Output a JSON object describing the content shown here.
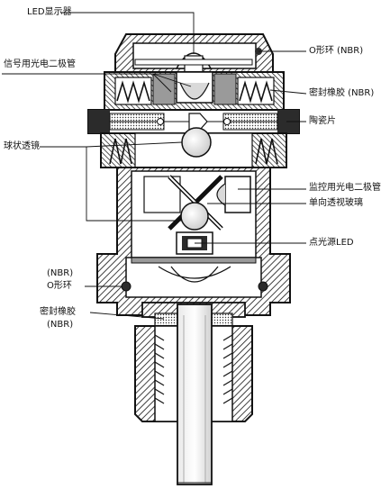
{
  "diagram": {
    "labels": {
      "led_display": "LED显示器",
      "o_ring_top": "O形环 (NBR)",
      "signal_photodiode": "信号用光电二极管",
      "seal_rubber_top": "密封橡胶 (NBR)",
      "ceramic_plate": "陶瓷片",
      "ball_lens": "球状透镜",
      "monitor_photodiode": "监控用光电二极管",
      "one_way_mirror": "单向透视玻璃",
      "point_led": "点光源LED",
      "nbr_side": "(NBR)",
      "o_ring_side": "O形环",
      "seal_rubber_bottom": "密封橡胶",
      "nbr_bottom": "(NBR)"
    },
    "colors": {
      "ink": "#111111",
      "paper": "#ffffff",
      "fill_dark": "#2b2b2b",
      "fill_mid": "#9a9a9a",
      "fill_light": "#d9d9d9"
    }
  }
}
